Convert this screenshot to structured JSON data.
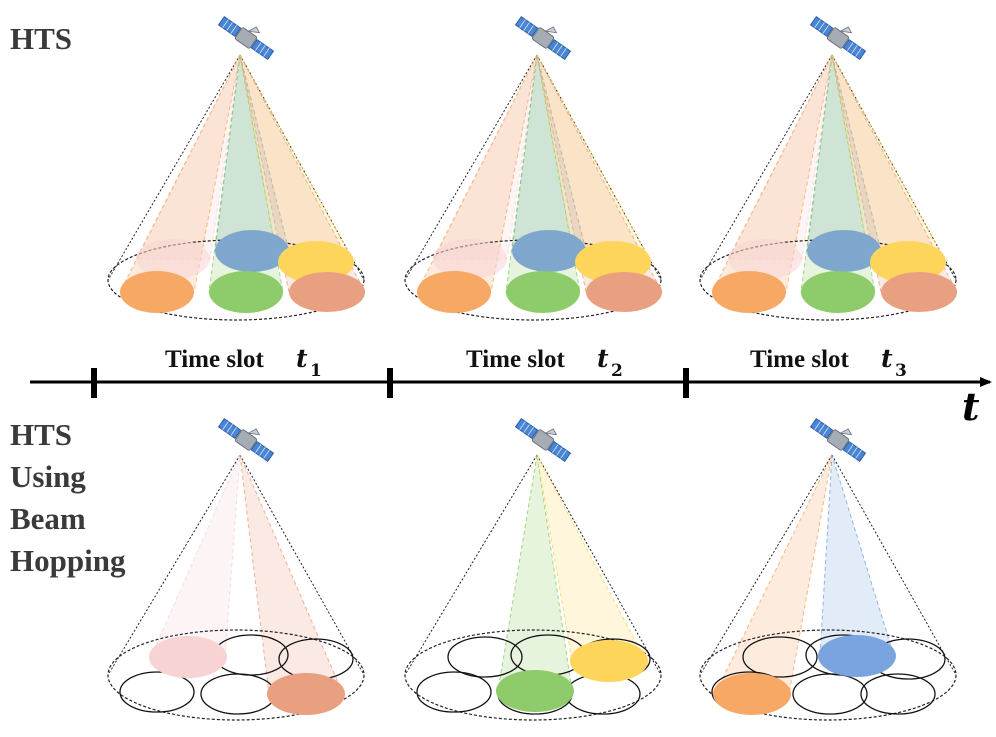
{
  "labels": {
    "hts": "HTS",
    "bh_lines": [
      "HTS",
      "Using",
      "Beam",
      "Hopping"
    ]
  },
  "time_axis": {
    "variable": "t",
    "slots": [
      {
        "text": "Time slot",
        "var": "t",
        "sub": "1"
      },
      {
        "text": "Time slot",
        "var": "t",
        "sub": "2"
      },
      {
        "text": "Time slot",
        "var": "t",
        "sub": "3"
      }
    ]
  },
  "colors": {
    "orange": "#f7a864",
    "green": "#8ecb6a",
    "salmon": "#e8a081",
    "blue": "#7fa6cc",
    "yellow": "#fdd55a",
    "pink": "#f8d3d3",
    "hop_blue": "#7aa4e0",
    "satellite_panel": "#4a86d6"
  },
  "hts_panels": [
    {
      "beams": [
        "pink",
        "blue",
        "yellow",
        "orange",
        "green",
        "salmon"
      ]
    },
    {
      "beams": [
        "pink",
        "blue",
        "yellow",
        "orange",
        "green",
        "salmon"
      ]
    },
    {
      "beams": [
        "pink",
        "blue",
        "yellow",
        "orange",
        "green",
        "salmon"
      ]
    }
  ],
  "hopping_panels": [
    {
      "active_beams": [
        "pink",
        "salmon"
      ]
    },
    {
      "active_beams": [
        "green",
        "yellow"
      ]
    },
    {
      "active_beams": [
        "orange",
        "hop_blue"
      ]
    }
  ]
}
